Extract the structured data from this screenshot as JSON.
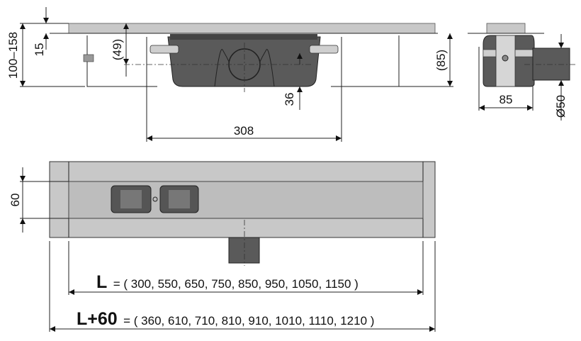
{
  "dimensions": {
    "height_range": "100–158",
    "grate_thickness": "15",
    "outlet_height": "(49)",
    "outlet_offset": "36",
    "body_width": "308",
    "frame_height": "(85)",
    "side_width": "85",
    "outlet_diameter": "Ø50",
    "channel_width": "60"
  },
  "lengths": {
    "L_label": "L",
    "L_values": "= ( 300, 550, 650, 750, 850, 950, 1050, 1150 )",
    "L60_label": "L+60",
    "L60_values": "= ( 360, 610, 710, 810, 910, 1010, 1110, 1210 )"
  },
  "colors": {
    "steel": "#c8c8c8",
    "body": "#5a5a5a",
    "line": "#222222"
  }
}
